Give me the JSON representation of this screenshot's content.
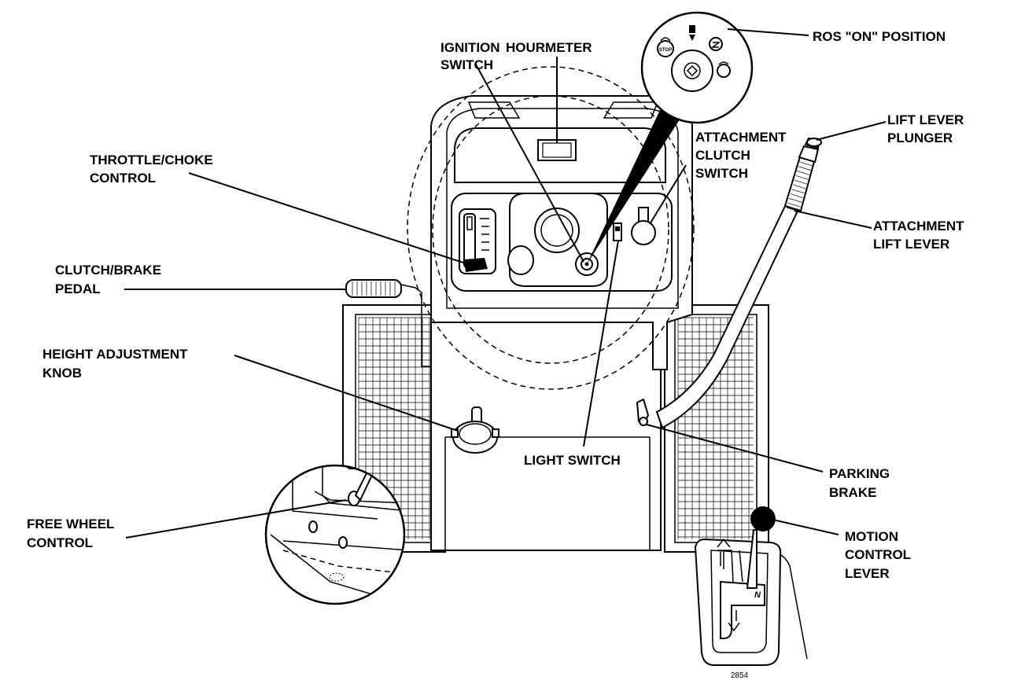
{
  "labels": {
    "ros_on_position": "ROS \"ON\" POSITION",
    "ignition_switch": [
      "IGNITION",
      "SWITCH"
    ],
    "hourmeter": "HOURMETER",
    "lift_lever_plunger": [
      "LIFT LEVER",
      "PLUNGER"
    ],
    "attachment_clutch_switch": [
      "ATTACHMENT",
      "CLUTCH",
      "SWITCH"
    ],
    "throttle_choke_control": [
      "THROTTLE/CHOKE",
      "CONTROL"
    ],
    "attachment_lift_lever": [
      "ATTACHMENT",
      "LIFT LEVER"
    ],
    "clutch_brake_pedal": [
      "CLUTCH/BRAKE",
      "PEDAL"
    ],
    "height_adjustment_knob": [
      "HEIGHT ADJUSTMENT",
      "KNOB"
    ],
    "light_switch": "LIGHT SWITCH",
    "parking_brake": [
      "PARKING",
      "BRAKE"
    ],
    "free_wheel_control": [
      "FREE WHEEL",
      "CONTROL"
    ],
    "motion_control_lever": [
      "MOTION",
      "CONTROL",
      "LEVER"
    ]
  },
  "ignition_key_markings": {
    "stop": "STOP",
    "neutral": "N"
  },
  "figure_number": "2854"
}
